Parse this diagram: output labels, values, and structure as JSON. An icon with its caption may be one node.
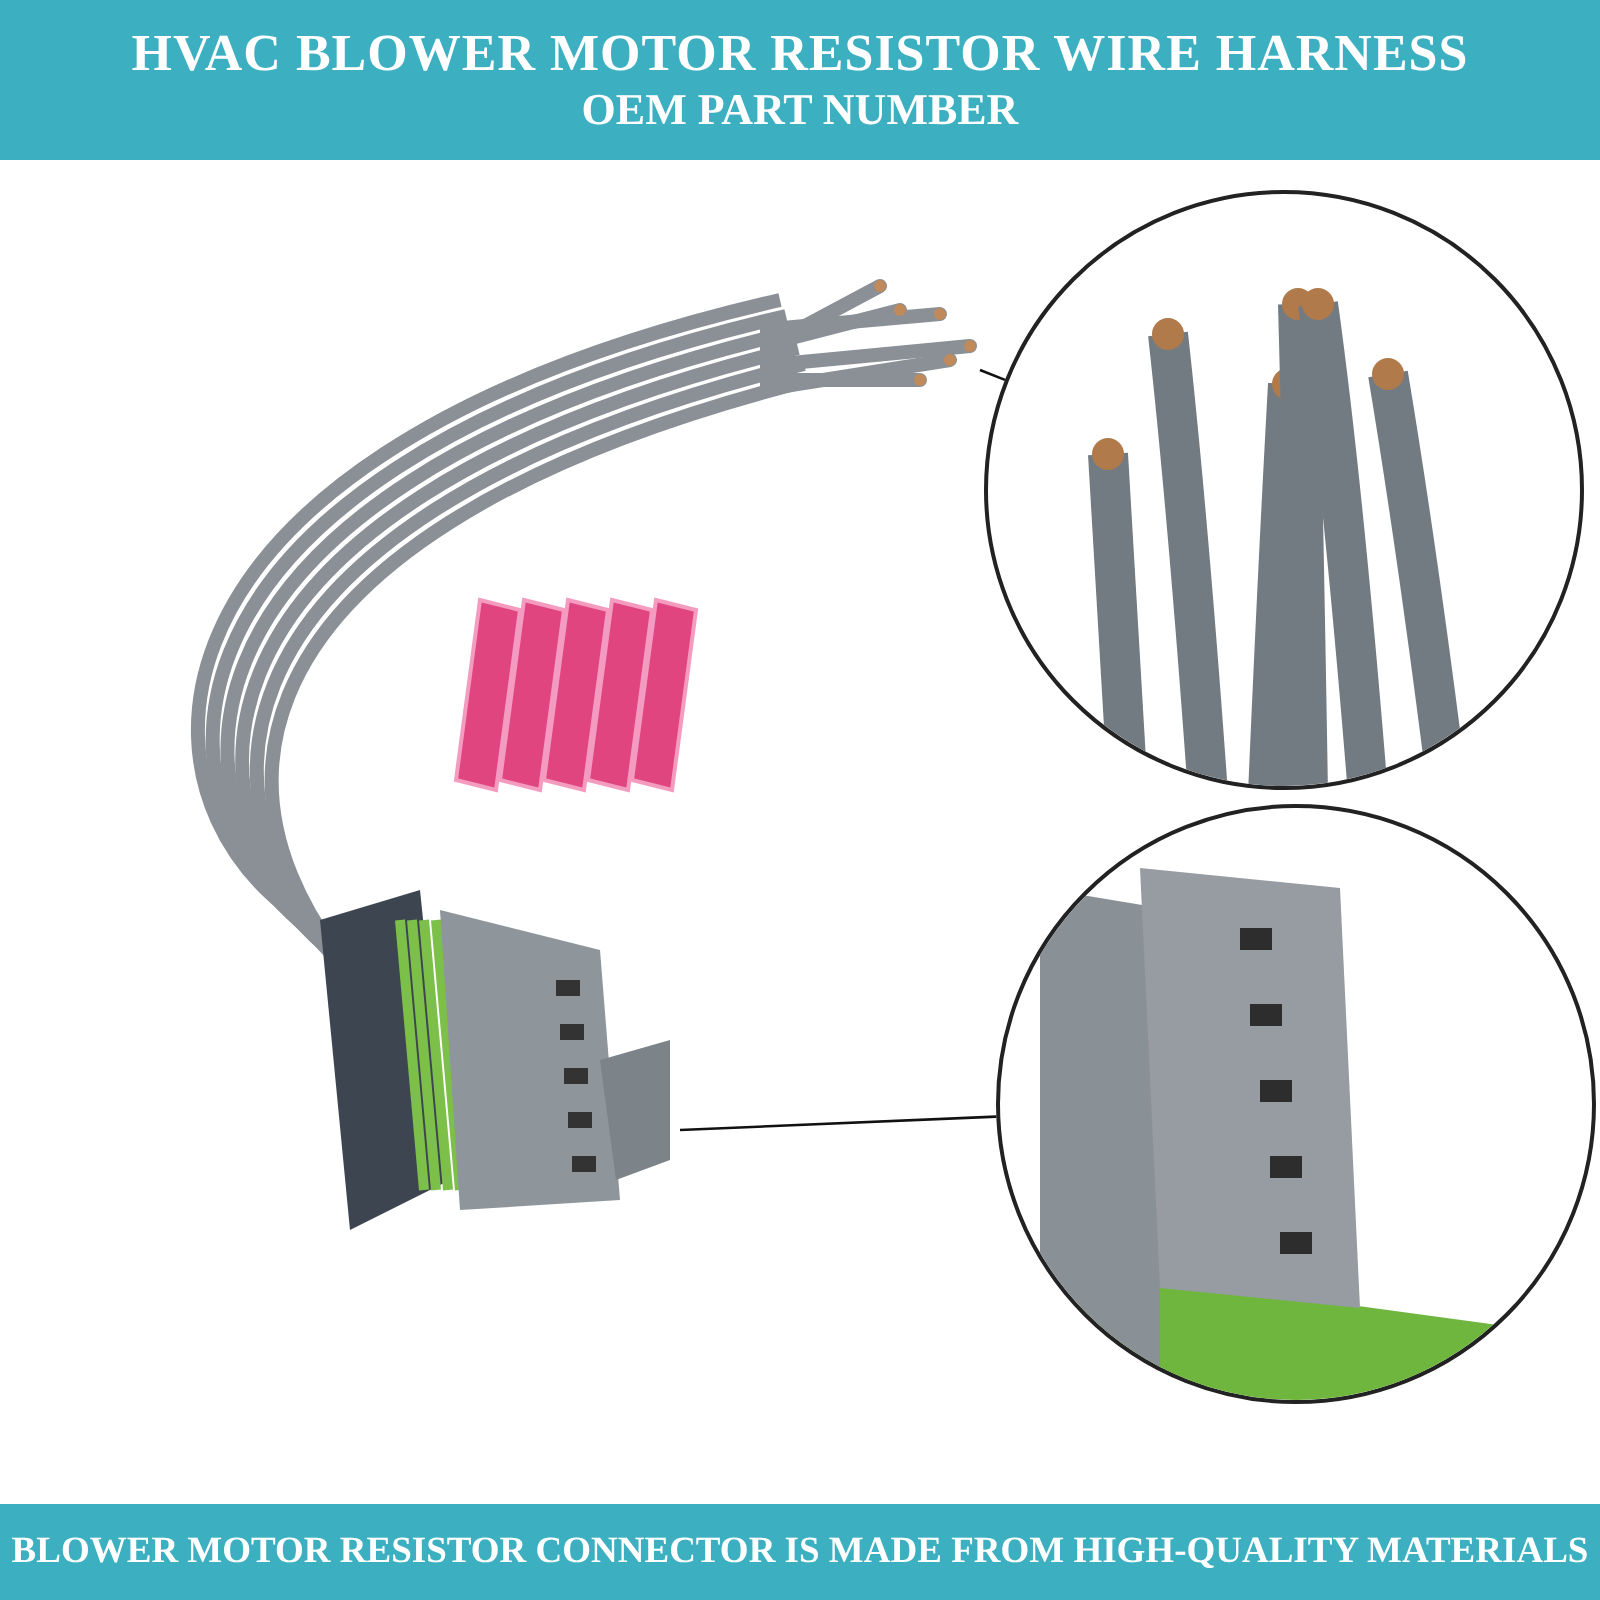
{
  "diagram": {
    "title": "HVAC BLOWER MOTOR RESISTOR WIRE HARNESS",
    "caption": "BLOWER MOTOR RESISTOR CONNECTOR IS MADE FROM HIGH-QUALITY MATERIALS",
    "nodes": [
      {
        "text": [],
        "shape": "picture"
      },
      {
        "text": [],
        "shape": "picture"
      },
      {
        "text": [],
        "shape": "picture"
      },
      {
        "text": [],
        "shape": "picture"
      }
    ],
    "edges": [
      {
        "from": 0,
        "to": 1,
        "arrow": "none"
      },
      {
        "from": 2,
        "to": 3,
        "arrow": "none"
      }
    ],
    "labels": [
      "OEM PART NUMBER"
    ]
  }
}
